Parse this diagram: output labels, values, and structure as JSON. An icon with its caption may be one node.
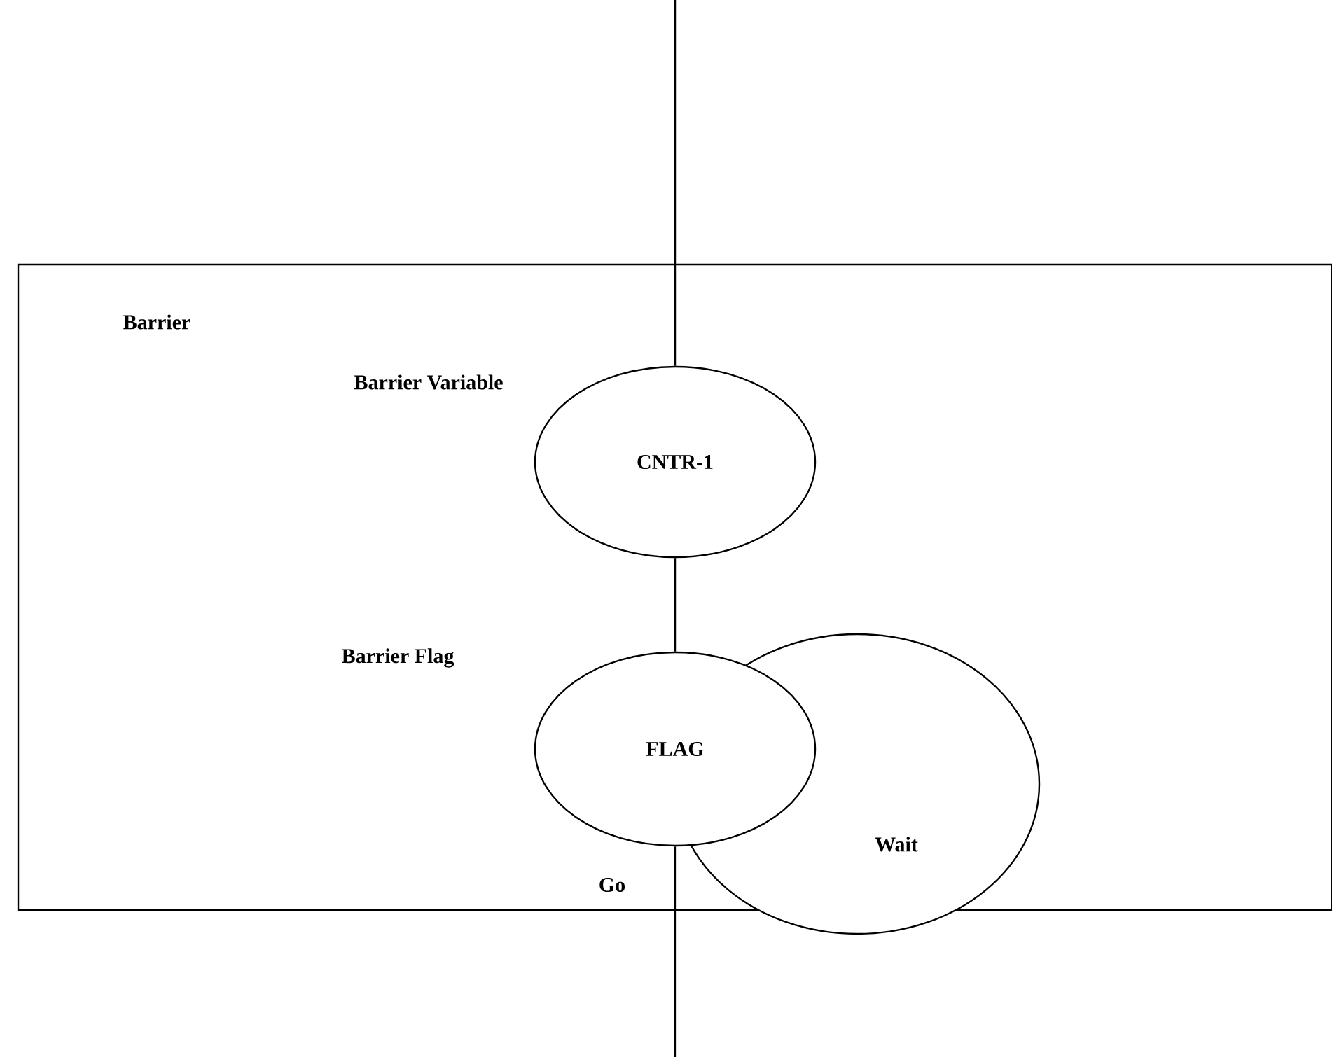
{
  "diagram": {
    "nodes": [
      {
        "text": [
          "Barrier"
        ]
      },
      {
        "text": [
          "CNTR-1"
        ],
        "beside": [
          "Barrier Variable"
        ],
        "in": 0
      },
      {
        "text": [
          "FLAG"
        ],
        "beside": [
          "Barrier Flag"
        ],
        "in": 0
      },
      {
        "text": [
          "Wait"
        ]
      }
    ],
    "edges": [
      {
        "from": null,
        "to": 1,
        "arrow": "none"
      },
      {
        "from": 1,
        "to": 2,
        "arrow": "none"
      },
      {
        "from": 2,
        "to": null,
        "arrow": "none",
        "label": "Go"
      }
    ]
  }
}
